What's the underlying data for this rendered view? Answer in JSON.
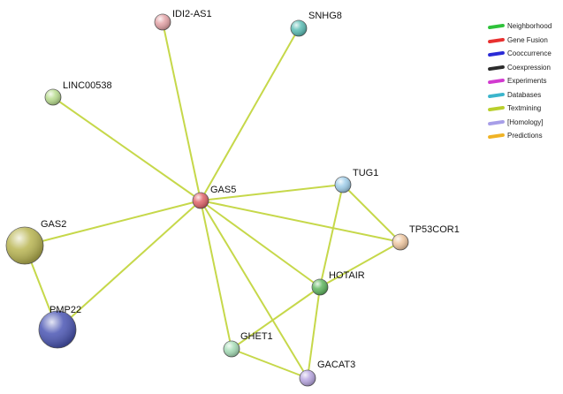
{
  "network": {
    "edge_color": "#c6d84a",
    "nodes": [
      {
        "id": "GAS5",
        "label": "GAS5",
        "color": "#e0646a",
        "size": "small"
      },
      {
        "id": "IDI2-AS1",
        "label": "IDI2-AS1",
        "color": "#e3a2a6",
        "size": "small"
      },
      {
        "id": "SNHG8",
        "label": "SNHG8",
        "color": "#5bbdb5",
        "size": "small"
      },
      {
        "id": "LINC00538",
        "label": "LINC00538",
        "color": "#b8dc8e",
        "size": "small"
      },
      {
        "id": "TUG1",
        "label": "TUG1",
        "color": "#9fcde9",
        "size": "small"
      },
      {
        "id": "TP53COR1",
        "label": "TP53COR1",
        "color": "#eec6a0",
        "size": "small"
      },
      {
        "id": "HOTAIR",
        "label": "HOTAIR",
        "color": "#5fb65f",
        "size": "small"
      },
      {
        "id": "GHET1",
        "label": "GHET1",
        "color": "#a5dcb6",
        "size": "small"
      },
      {
        "id": "GACAT3",
        "label": "GACAT3",
        "color": "#b8a6e0",
        "size": "small"
      },
      {
        "id": "GAS2",
        "label": "GAS2",
        "color": "#b9b552",
        "size": "large"
      },
      {
        "id": "PMP22",
        "label": "PMP22",
        "color": "#4b56b4",
        "size": "large"
      }
    ],
    "edges": [
      [
        "GAS5",
        "IDI2-AS1"
      ],
      [
        "GAS5",
        "SNHG8"
      ],
      [
        "GAS5",
        "LINC00538"
      ],
      [
        "GAS5",
        "TUG1"
      ],
      [
        "GAS5",
        "TP53COR1"
      ],
      [
        "GAS5",
        "HOTAIR"
      ],
      [
        "GAS5",
        "GHET1"
      ],
      [
        "GAS5",
        "GACAT3"
      ],
      [
        "GAS5",
        "GAS2"
      ],
      [
        "GAS5",
        "PMP22"
      ],
      [
        "TUG1",
        "TP53COR1"
      ],
      [
        "TUG1",
        "HOTAIR"
      ],
      [
        "TP53COR1",
        "HOTAIR"
      ],
      [
        "HOTAIR",
        "GHET1"
      ],
      [
        "HOTAIR",
        "GACAT3"
      ],
      [
        "GHET1",
        "GACAT3"
      ],
      [
        "GAS2",
        "PMP22"
      ]
    ]
  },
  "legend": {
    "items": [
      {
        "label": "Neighborhood",
        "color": "#2ec23a"
      },
      {
        "label": "Gene Fusion",
        "color": "#e8302f"
      },
      {
        "label": "Cooccurrence",
        "color": "#2a2ad6"
      },
      {
        "label": "Coexpression",
        "color": "#2b2b2b"
      },
      {
        "label": "Experiments",
        "color": "#d23ad0"
      },
      {
        "label": "Databases",
        "color": "#3bb5cc"
      },
      {
        "label": "Textmining",
        "color": "#b9cf2c"
      },
      {
        "label": "[Homology]",
        "color": "#a79ee8"
      },
      {
        "label": "Predictions",
        "color": "#f0b325"
      }
    ]
  }
}
